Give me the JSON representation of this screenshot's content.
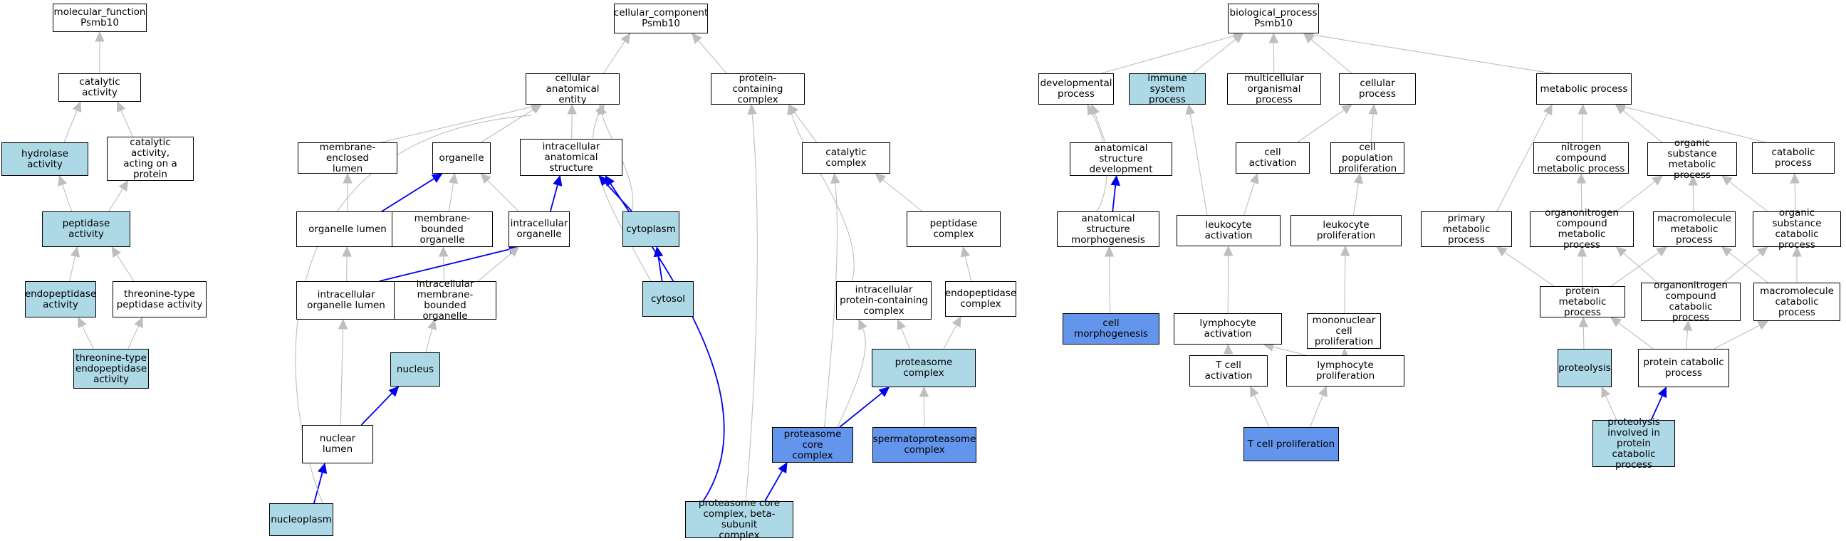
{
  "colors": {
    "white": "#ffffff",
    "light": "#add8e6",
    "dark": "#6495ed",
    "edge_gray": "#bebebe",
    "edge_blue": "#0000ee"
  },
  "nodes": [
    {
      "id": "mf",
      "label": "molecular_function\nPsmb10",
      "fill": "white"
    },
    {
      "id": "cat",
      "label": "catalytic activity",
      "fill": "white"
    },
    {
      "id": "hyd",
      "label": "hydrolase activity",
      "fill": "light"
    },
    {
      "id": "catprot",
      "label": "catalytic activity,\nacting on a\nprotein",
      "fill": "white"
    },
    {
      "id": "pep",
      "label": "peptidase activity",
      "fill": "light"
    },
    {
      "id": "endo",
      "label": "endopeptidase\nactivity",
      "fill": "light"
    },
    {
      "id": "thrpep",
      "label": "threonine-type\npeptidase activity",
      "fill": "white"
    },
    {
      "id": "threndo",
      "label": "threonine-type\nendopeptidase\nactivity",
      "fill": "light"
    },
    {
      "id": "cc",
      "label": "cellular_component\nPsmb10",
      "fill": "white"
    },
    {
      "id": "cae",
      "label": "cellular anatomical\nentity",
      "fill": "white"
    },
    {
      "id": "pcc",
      "label": "protein-containing\ncomplex",
      "fill": "white"
    },
    {
      "id": "mel",
      "label": "membrane-enclosed\nlumen",
      "fill": "white"
    },
    {
      "id": "org",
      "label": "organelle",
      "fill": "white"
    },
    {
      "id": "ias",
      "label": "intracellular\nanatomical structure",
      "fill": "white"
    },
    {
      "id": "catcx",
      "label": "catalytic complex",
      "fill": "white"
    },
    {
      "id": "orglum",
      "label": "organelle lumen",
      "fill": "white"
    },
    {
      "id": "mbo",
      "label": "membrane-bounded\norganelle",
      "fill": "white"
    },
    {
      "id": "io",
      "label": "intracellular\norganelle",
      "fill": "white"
    },
    {
      "id": "cyto",
      "label": "cytoplasm",
      "fill": "light"
    },
    {
      "id": "pepcx",
      "label": "peptidase complex",
      "fill": "white"
    },
    {
      "id": "iol",
      "label": "intracellular\norganelle lumen",
      "fill": "white"
    },
    {
      "id": "imbo",
      "label": "intracellular\nmembrane-bounded\norganelle",
      "fill": "white"
    },
    {
      "id": "cytosol",
      "label": "cytosol",
      "fill": "light"
    },
    {
      "id": "ipcc",
      "label": "intracellular\nprotein-containing\ncomplex",
      "fill": "white"
    },
    {
      "id": "endocx",
      "label": "endopeptidase\ncomplex",
      "fill": "white"
    },
    {
      "id": "nuc",
      "label": "nucleus",
      "fill": "light"
    },
    {
      "id": "protcx",
      "label": "proteasome complex",
      "fill": "light"
    },
    {
      "id": "nuclum",
      "label": "nuclear lumen",
      "fill": "white"
    },
    {
      "id": "pcore",
      "label": "proteasome core\ncomplex",
      "fill": "dark"
    },
    {
      "id": "spermato",
      "label": "spermatoproteasome\ncomplex",
      "fill": "dark"
    },
    {
      "id": "nucleop",
      "label": "nucleoplasm",
      "fill": "light"
    },
    {
      "id": "pcorebeta",
      "label": "proteasome core\ncomplex, beta-subunit\ncomplex",
      "fill": "light"
    },
    {
      "id": "bp",
      "label": "biological_process\nPsmb10",
      "fill": "white"
    },
    {
      "id": "dev",
      "label": "developmental\nprocess",
      "fill": "white"
    },
    {
      "id": "imm",
      "label": "immune system\nprocess",
      "fill": "light"
    },
    {
      "id": "multi",
      "label": "multicellular\norganismal process",
      "fill": "white"
    },
    {
      "id": "cellp",
      "label": "cellular process",
      "fill": "white"
    },
    {
      "id": "metab",
      "label": "metabolic process",
      "fill": "white"
    },
    {
      "id": "asd",
      "label": "anatomical structure\ndevelopment",
      "fill": "white"
    },
    {
      "id": "cellact",
      "label": "cell activation",
      "fill": "white"
    },
    {
      "id": "cpp",
      "label": "cell population\nproliferation",
      "fill": "white"
    },
    {
      "id": "ncmp",
      "label": "nitrogen compound\nmetabolic process",
      "fill": "white"
    },
    {
      "id": "osmp",
      "label": "organic substance\nmetabolic process",
      "fill": "white"
    },
    {
      "id": "catab",
      "label": "catabolic process",
      "fill": "white"
    },
    {
      "id": "asm",
      "label": "anatomical structure\nmorphogenesis",
      "fill": "white"
    },
    {
      "id": "leukact",
      "label": "leukocyte activation",
      "fill": "white"
    },
    {
      "id": "leukprol",
      "label": "leukocyte proliferation",
      "fill": "white"
    },
    {
      "id": "pmp",
      "label": "primary metabolic\nprocess",
      "fill": "white"
    },
    {
      "id": "oncmp",
      "label": "organonitrogen\ncompound metabolic\nprocess",
      "fill": "white"
    },
    {
      "id": "macmp",
      "label": "macromolecule\nmetabolic process",
      "fill": "white"
    },
    {
      "id": "oscp",
      "label": "organic substance\ncatabolic process",
      "fill": "white"
    },
    {
      "id": "cellmorph",
      "label": "cell morphogenesis",
      "fill": "dark"
    },
    {
      "id": "lymphact",
      "label": "lymphocyte activation",
      "fill": "white"
    },
    {
      "id": "monoprol",
      "label": "mononuclear\ncell proliferation",
      "fill": "white"
    },
    {
      "id": "protmp",
      "label": "protein metabolic\nprocess",
      "fill": "white"
    },
    {
      "id": "onccp",
      "label": "organonitrogen\ncompound catabolic\nprocess",
      "fill": "white"
    },
    {
      "id": "maccp",
      "label": "macromolecule\ncatabolic process",
      "fill": "white"
    },
    {
      "id": "tact",
      "label": "T cell activation",
      "fill": "white"
    },
    {
      "id": "lymphprol",
      "label": "lymphocyte proliferation",
      "fill": "white"
    },
    {
      "id": "proteol",
      "label": "proteolysis",
      "fill": "light"
    },
    {
      "id": "pcp",
      "label": "protein catabolic\nprocess",
      "fill": "white"
    },
    {
      "id": "tprol",
      "label": "T cell proliferation",
      "fill": "dark"
    },
    {
      "id": "proteolcat",
      "label": "proteolysis\ninvolved in\nprotein catabolic\nprocess",
      "fill": "light"
    }
  ],
  "edges": [
    {
      "from": "cat",
      "to": "mf",
      "type": "gray"
    },
    {
      "from": "hyd",
      "to": "cat",
      "type": "gray"
    },
    {
      "from": "catprot",
      "to": "cat",
      "type": "gray"
    },
    {
      "from": "pep",
      "to": "hyd",
      "type": "gray"
    },
    {
      "from": "pep",
      "to": "catprot",
      "type": "gray"
    },
    {
      "from": "endo",
      "to": "pep",
      "type": "gray"
    },
    {
      "from": "thrpep",
      "to": "pep",
      "type": "gray"
    },
    {
      "from": "threndo",
      "to": "endo",
      "type": "gray"
    },
    {
      "from": "threndo",
      "to": "thrpep",
      "type": "gray"
    },
    {
      "from": "cae",
      "to": "cc",
      "type": "gray"
    },
    {
      "from": "pcc",
      "to": "cc",
      "type": "gray"
    },
    {
      "from": "mel",
      "to": "cae",
      "type": "gray"
    },
    {
      "from": "org",
      "to": "cae",
      "type": "gray"
    },
    {
      "from": "ias",
      "to": "cae",
      "type": "gray"
    },
    {
      "from": "cyto",
      "to": "cae",
      "type": "gray",
      "curve": 10
    },
    {
      "from": "cytosol",
      "to": "cae",
      "type": "gray",
      "curve": -40
    },
    {
      "from": "nucleop",
      "to": "cae",
      "type": "gray",
      "curve": 0,
      "route": [
        [
          380,
          520
        ],
        [
          380,
          190
        ]
      ]
    },
    {
      "from": "orglum",
      "to": "org",
      "type": "blue"
    },
    {
      "from": "orglum",
      "to": "mel",
      "type": "gray"
    },
    {
      "from": "mbo",
      "to": "org",
      "type": "gray"
    },
    {
      "from": "io",
      "to": "org",
      "type": "gray"
    },
    {
      "from": "io",
      "to": "ias",
      "type": "blue"
    },
    {
      "from": "cyto",
      "to": "ias",
      "type": "blue"
    },
    {
      "from": "cytosol",
      "to": "cyto",
      "type": "blue"
    },
    {
      "from": "iol",
      "to": "orglum",
      "type": "gray"
    },
    {
      "from": "iol",
      "to": "io",
      "type": "blue"
    },
    {
      "from": "imbo",
      "to": "mbo",
      "type": "gray"
    },
    {
      "from": "imbo",
      "to": "io",
      "type": "gray"
    },
    {
      "from": "nuc",
      "to": "imbo",
      "type": "gray"
    },
    {
      "from": "nuclum",
      "to": "iol",
      "type": "gray"
    },
    {
      "from": "nuclum",
      "to": "nuc",
      "type": "blue"
    },
    {
      "from": "nucleop",
      "to": "nuclum",
      "type": "blue"
    },
    {
      "from": "catcx",
      "to": "pcc",
      "type": "gray"
    },
    {
      "from": "pepcx",
      "to": "catcx",
      "type": "gray"
    },
    {
      "from": "endocx",
      "to": "pepcx",
      "type": "gray"
    },
    {
      "from": "ipcc",
      "to": "pcc",
      "type": "gray",
      "curve": 20
    },
    {
      "from": "protcx",
      "to": "ipcc",
      "type": "gray"
    },
    {
      "from": "protcx",
      "to": "endocx",
      "type": "gray"
    },
    {
      "from": "pcore",
      "to": "ipcc",
      "type": "gray",
      "curve": 20
    },
    {
      "from": "pcore",
      "to": "catcx",
      "type": "gray",
      "curve": 10
    },
    {
      "from": "pcore",
      "to": "protcx",
      "type": "blue"
    },
    {
      "from": "spermato",
      "to": "protcx",
      "type": "gray"
    },
    {
      "from": "pcorebeta",
      "to": "pcore",
      "type": "blue"
    },
    {
      "from": "pcorebeta",
      "to": "pcc",
      "type": "gray",
      "curve": 15
    },
    {
      "from": "pcorebeta",
      "to": "ias",
      "type": "blue",
      "curve": 90
    },
    {
      "from": "dev",
      "to": "bp",
      "type": "gray"
    },
    {
      "from": "imm",
      "to": "bp",
      "type": "gray"
    },
    {
      "from": "multi",
      "to": "bp",
      "type": "gray"
    },
    {
      "from": "cellp",
      "to": "bp",
      "type": "gray"
    },
    {
      "from": "metab",
      "to": "bp",
      "type": "gray"
    },
    {
      "from": "asd",
      "to": "dev",
      "type": "gray"
    },
    {
      "from": "asm",
      "to": "asd",
      "type": "blue"
    },
    {
      "from": "asm",
      "to": "dev",
      "type": "gray",
      "curve": 25
    },
    {
      "from": "cellmorph",
      "to": "asm",
      "type": "gray"
    },
    {
      "from": "cellact",
      "to": "cellp",
      "type": "gray"
    },
    {
      "from": "cpp",
      "to": "cellp",
      "type": "gray"
    },
    {
      "from": "leukact",
      "to": "cellact",
      "type": "gray"
    },
    {
      "from": "leukact",
      "to": "imm",
      "type": "gray"
    },
    {
      "from": "leukprol",
      "to": "cpp",
      "type": "gray"
    },
    {
      "from": "lymphact",
      "to": "leukact",
      "type": "gray"
    },
    {
      "from": "monoprol",
      "to": "leukprol",
      "type": "gray"
    },
    {
      "from": "tact",
      "to": "lymphact",
      "type": "gray"
    },
    {
      "from": "lymphprol",
      "to": "lymphact",
      "type": "gray"
    },
    {
      "from": "lymphprol",
      "to": "monoprol",
      "type": "gray"
    },
    {
      "from": "tprol",
      "to": "tact",
      "type": "gray"
    },
    {
      "from": "tprol",
      "to": "lymphprol",
      "type": "gray"
    },
    {
      "from": "ncmp",
      "to": "metab",
      "type": "gray"
    },
    {
      "from": "osmp",
      "to": "metab",
      "type": "gray"
    },
    {
      "from": "catab",
      "to": "metab",
      "type": "gray"
    },
    {
      "from": "pmp",
      "to": "metab",
      "type": "gray"
    },
    {
      "from": "oncmp",
      "to": "ncmp",
      "type": "gray"
    },
    {
      "from": "oncmp",
      "to": "osmp",
      "type": "gray"
    },
    {
      "from": "macmp",
      "to": "osmp",
      "type": "gray"
    },
    {
      "from": "oscp",
      "to": "osmp",
      "type": "gray"
    },
    {
      "from": "oscp",
      "to": "catab",
      "type": "gray"
    },
    {
      "from": "protmp",
      "to": "pmp",
      "type": "gray"
    },
    {
      "from": "protmp",
      "to": "oncmp",
      "type": "gray"
    },
    {
      "from": "protmp",
      "to": "macmp",
      "type": "gray"
    },
    {
      "from": "onccp",
      "to": "oncmp",
      "type": "gray"
    },
    {
      "from": "onccp",
      "to": "oscp",
      "type": "gray"
    },
    {
      "from": "maccp",
      "to": "macmp",
      "type": "gray"
    },
    {
      "from": "maccp",
      "to": "oscp",
      "type": "gray"
    },
    {
      "from": "proteol",
      "to": "protmp",
      "type": "gray"
    },
    {
      "from": "pcp",
      "to": "protmp",
      "type": "gray"
    },
    {
      "from": "pcp",
      "to": "onccp",
      "type": "gray"
    },
    {
      "from": "pcp",
      "to": "maccp",
      "type": "gray"
    },
    {
      "from": "proteolcat",
      "to": "proteol",
      "type": "gray"
    },
    {
      "from": "proteolcat",
      "to": "pcp",
      "type": "blue"
    }
  ]
}
